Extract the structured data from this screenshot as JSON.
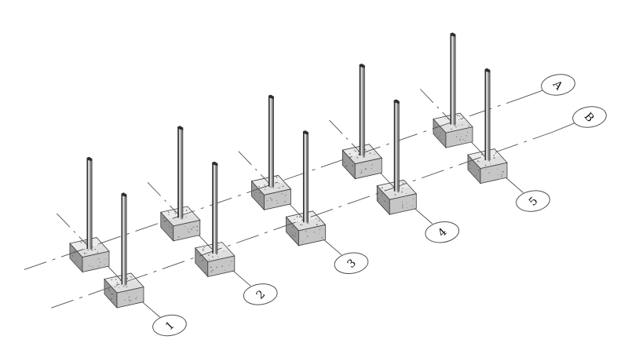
{
  "grids": {
    "letters": [
      "A",
      "B"
    ],
    "numbers": [
      "1",
      "2",
      "3",
      "4",
      "5"
    ]
  },
  "elements": {
    "footing_count": 10,
    "column_count": 10
  },
  "colors": {
    "background": "#ffffff",
    "line": "#4f4f4f",
    "outline": "#3c3c3c",
    "footing_top": "#ebebeb",
    "footing_left": "#989898",
    "footing_right": "#c6c6c6",
    "column_dark": "#2d2d2d",
    "column_web": "#d8d8d8",
    "column_mid": "#808080",
    "column_edge": "#3a3a3a",
    "speckle": "#555555",
    "bubble_fill": "#ffffff",
    "text": "#141414"
  }
}
